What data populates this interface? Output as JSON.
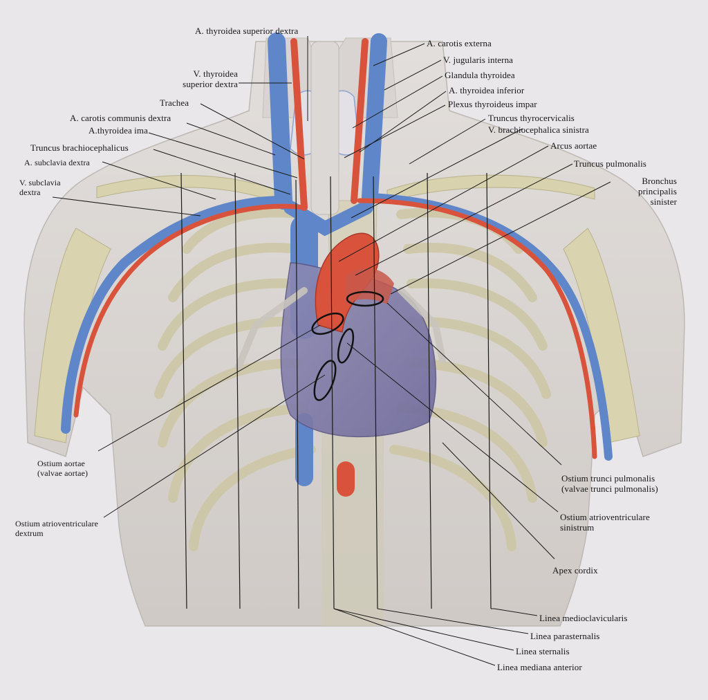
{
  "labels": {
    "thyroidea_superior_dextra": "A. thyroidea superior dextra",
    "carotis_externa": "A. carotis externa",
    "jugularis_interna": "V. jugularis interna",
    "v_thyroidea_l1": "V. thyroidea",
    "v_thyroidea_l2": "superior dextra",
    "glandula_thyroidea": "Glandula thyroidea",
    "thyroidea_inferior": "A. thyroidea inferior",
    "trachea": "Trachea",
    "plexus_thyroideus": "Plexus thyroideus impar",
    "carotis_communis": "A. carotis communis dextra",
    "truncus_thyrocervicalis": "Truncus thyrocervicalis",
    "thyroidea_ima": "A.thyroidea ima",
    "brachiocephalica_sinistra": "V. brachiocephalica sinistra",
    "truncus_brachiocephalicus": "Truncus brachiocephalicus",
    "arcus_aortae": "Arcus aortae",
    "subclavia_dextra": "A. subclavia dextra",
    "truncus_pulmonalis": "Truncus pulmonalis",
    "v_subclavia_l1": "V. subclavia",
    "v_subclavia_l2": "dextra",
    "bronchus_l1": "Bronchus",
    "bronchus_l2": "principalis",
    "bronchus_l3": "sinister",
    "ostium_aortae_l1": "Ostium aortae",
    "ostium_aortae_l2": "(valvae aortae)",
    "ostium_trunci_l1": "Ostium trunci pulmonalis",
    "ostium_trunci_l2": "(valvae trunci pulmonalis)",
    "ostium_atrio_dextrum_l1": "Ostium atrioventriculare",
    "ostium_atrio_dextrum_l2": "dextrum",
    "ostium_atrio_sinistrum_l1": "Ostium atrioventriculare",
    "ostium_atrio_sinistrum_l2": "sinistrum",
    "apex_cordis": "Apex cordix",
    "linea_medioclavicularis": "Linea medioclavicularis",
    "linea_parasternalis": "Linea parasternalis",
    "linea_sternalis": "Linea sternalis",
    "linea_mediana": "Linea mediana anterior"
  },
  "colors": {
    "artery": "#d9533c",
    "vein": "#5f86c8",
    "bone": "#d8d2ae",
    "skin": "#dcd7d3",
    "heart": "#c8584a",
    "line": "#1a1a1a"
  }
}
